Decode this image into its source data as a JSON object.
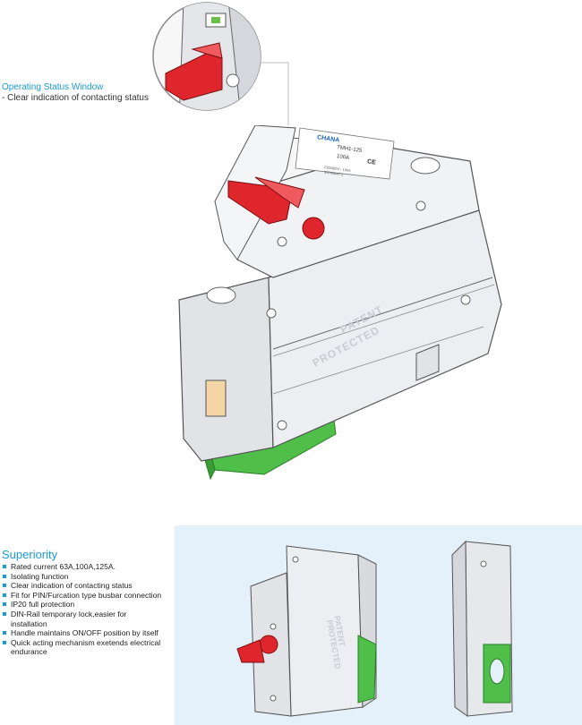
{
  "callout": {
    "title": "Operating Status Window",
    "description": "- Clear indication of contacting status"
  },
  "product": {
    "brand": "CHANA",
    "model": "TMH1-125",
    "rating": "100A",
    "ce_mark": "CE",
    "spec_line_1": "230/400V~ 10kA",
    "spec_line_2": "IEC60947-2",
    "patent_line_1": "PATENT",
    "patent_line_2": "PROTECTED"
  },
  "superiority": {
    "title": "Superiority",
    "items": [
      "Rated current 63A,100A,125A.",
      "Isolating function",
      "Clear indication of contacting status",
      "Fit for PIN/Furcation type busbar connection",
      "IP20 full protection",
      "DIN-Rail temporary lock,easier for installation",
      "Handle maintains ON/OFF position by itself",
      "Quick acting mechanism exetends electrical endurance"
    ]
  },
  "colors": {
    "accent_blue": "#1a9ad6",
    "handle_red": "#e0262d",
    "rail_green": "#4fbf4a",
    "body_grey": "#e9ebef",
    "panel_bg": "#e5f1fa"
  }
}
